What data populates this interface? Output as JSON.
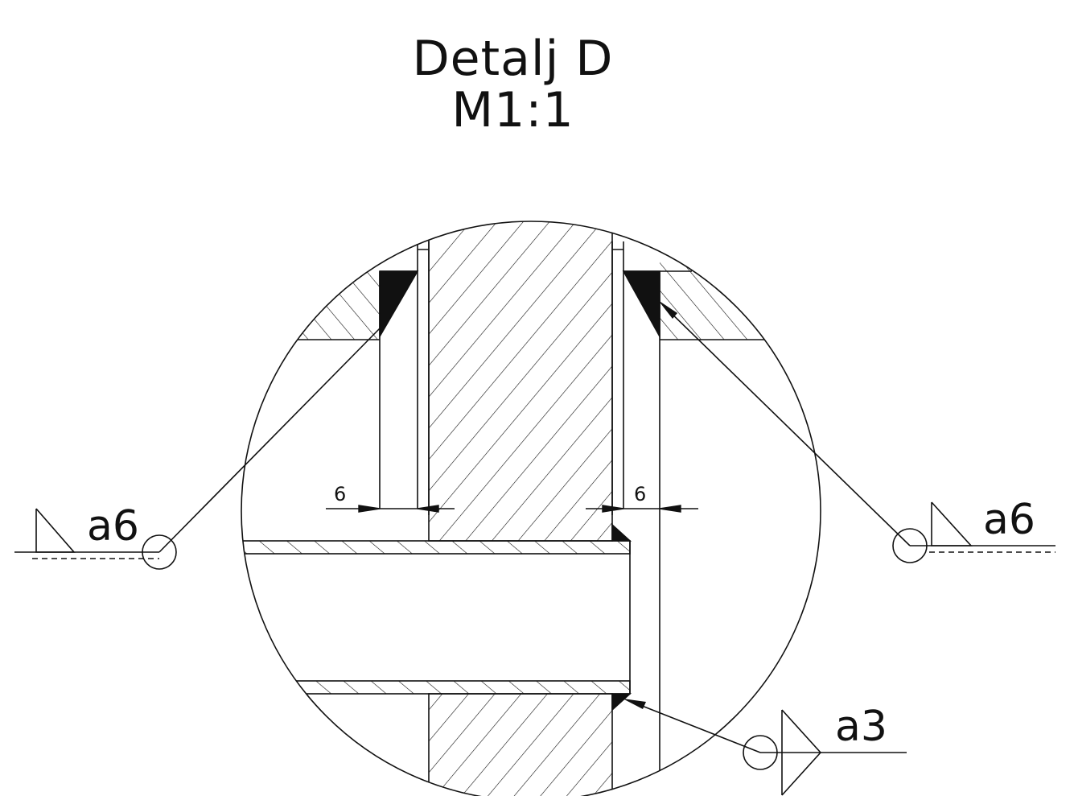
{
  "title": {
    "line1": "Detalj D",
    "line2": "M1:1"
  },
  "dimensions": {
    "left": "6",
    "right": "6"
  },
  "welds": {
    "left": "a6",
    "right": "a6",
    "bottom": "a3"
  },
  "colors": {
    "line": "#111111",
    "background": "#ffffff"
  }
}
